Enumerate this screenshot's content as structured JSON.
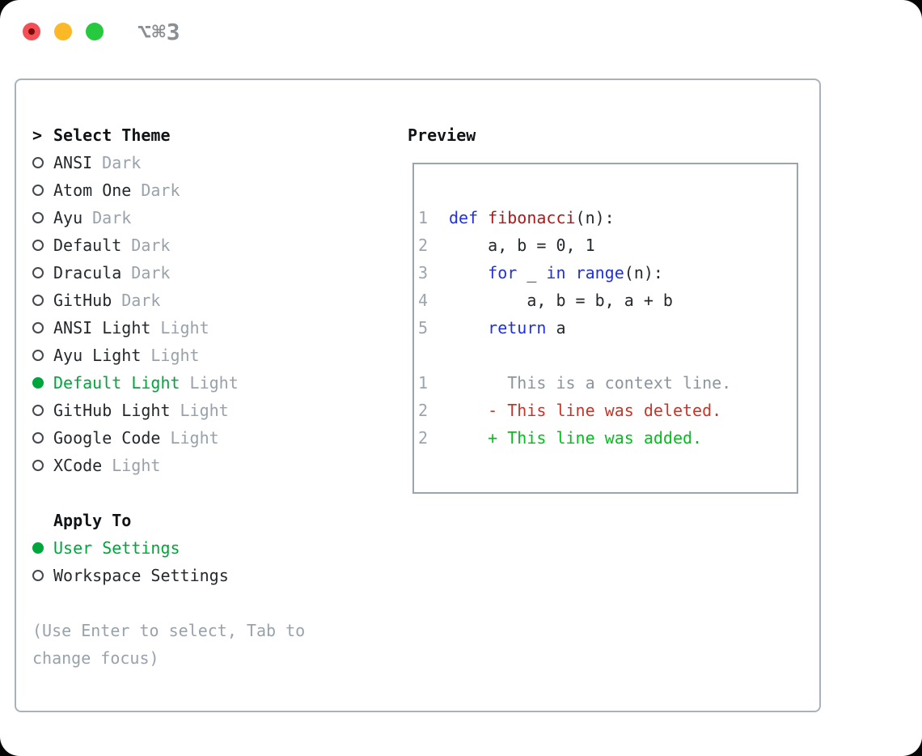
{
  "titlebar": {
    "title": "⌥⌘3"
  },
  "theme_panel": {
    "header_prefix": ">",
    "header": "Select Theme",
    "themes": [
      {
        "name": "ANSI",
        "variant": "Dark",
        "selected": false
      },
      {
        "name": "Atom One",
        "variant": "Dark",
        "selected": false
      },
      {
        "name": "Ayu",
        "variant": "Dark",
        "selected": false
      },
      {
        "name": "Default",
        "variant": "Dark",
        "selected": false
      },
      {
        "name": "Dracula",
        "variant": "Dark",
        "selected": false
      },
      {
        "name": "GitHub",
        "variant": "Dark",
        "selected": false
      },
      {
        "name": "ANSI Light",
        "variant": "Light",
        "selected": false
      },
      {
        "name": "Ayu Light",
        "variant": "Light",
        "selected": false
      },
      {
        "name": "Default Light",
        "variant": "Light",
        "selected": true
      },
      {
        "name": "GitHub Light",
        "variant": "Light",
        "selected": false
      },
      {
        "name": "Google Code",
        "variant": "Light",
        "selected": false
      },
      {
        "name": "XCode",
        "variant": "Light",
        "selected": false
      }
    ],
    "apply_to": {
      "header": "Apply To",
      "options": [
        {
          "label": "User Settings",
          "selected": true
        },
        {
          "label": "Workspace Settings",
          "selected": false
        }
      ]
    },
    "hint_lines": [
      "(Use Enter to select, Tab to",
      "change focus)"
    ]
  },
  "preview": {
    "header": "Preview",
    "lines": [
      {
        "num": "1",
        "segments": [
          [
            "kw",
            "def"
          ],
          [
            "pl",
            " "
          ],
          [
            "fn",
            "fibonacci"
          ],
          [
            "pl",
            "(n):"
          ]
        ]
      },
      {
        "num": "2",
        "segments": [
          [
            "pl",
            "    a, b = 0, 1"
          ]
        ]
      },
      {
        "num": "3",
        "segments": [
          [
            "pl",
            "    "
          ],
          [
            "kw",
            "for"
          ],
          [
            "pl",
            " _ "
          ],
          [
            "kw",
            "in"
          ],
          [
            "pl",
            " "
          ],
          [
            "kw",
            "range"
          ],
          [
            "pl",
            "(n):"
          ]
        ]
      },
      {
        "num": "4",
        "segments": [
          [
            "pl",
            "        a, b = b, a + b"
          ]
        ]
      },
      {
        "num": "5",
        "segments": [
          [
            "pl",
            "    "
          ],
          [
            "kw",
            "return"
          ],
          [
            "pl",
            " a"
          ]
        ]
      },
      {
        "num": "",
        "segments": []
      },
      {
        "num": "1",
        "segments": [
          [
            "ctx",
            "      This is a context line."
          ]
        ]
      },
      {
        "num": "2",
        "segments": [
          [
            "del",
            "    - This line was deleted."
          ]
        ]
      },
      {
        "num": "2",
        "segments": [
          [
            "add",
            "    + This line was added."
          ]
        ]
      }
    ]
  },
  "colors": {
    "accent_green": "#00a53c",
    "keyword_blue": "#2030e2",
    "function_red": "#a81c1c",
    "diff_deleted_red": "#c5362a",
    "diff_added_green": "#06bd1e",
    "muted_gray": "#98a2ac",
    "text_dark": "#24292e",
    "traffic_red": "#f25056",
    "traffic_yellow": "#fcb827",
    "traffic_green": "#27c93f"
  }
}
